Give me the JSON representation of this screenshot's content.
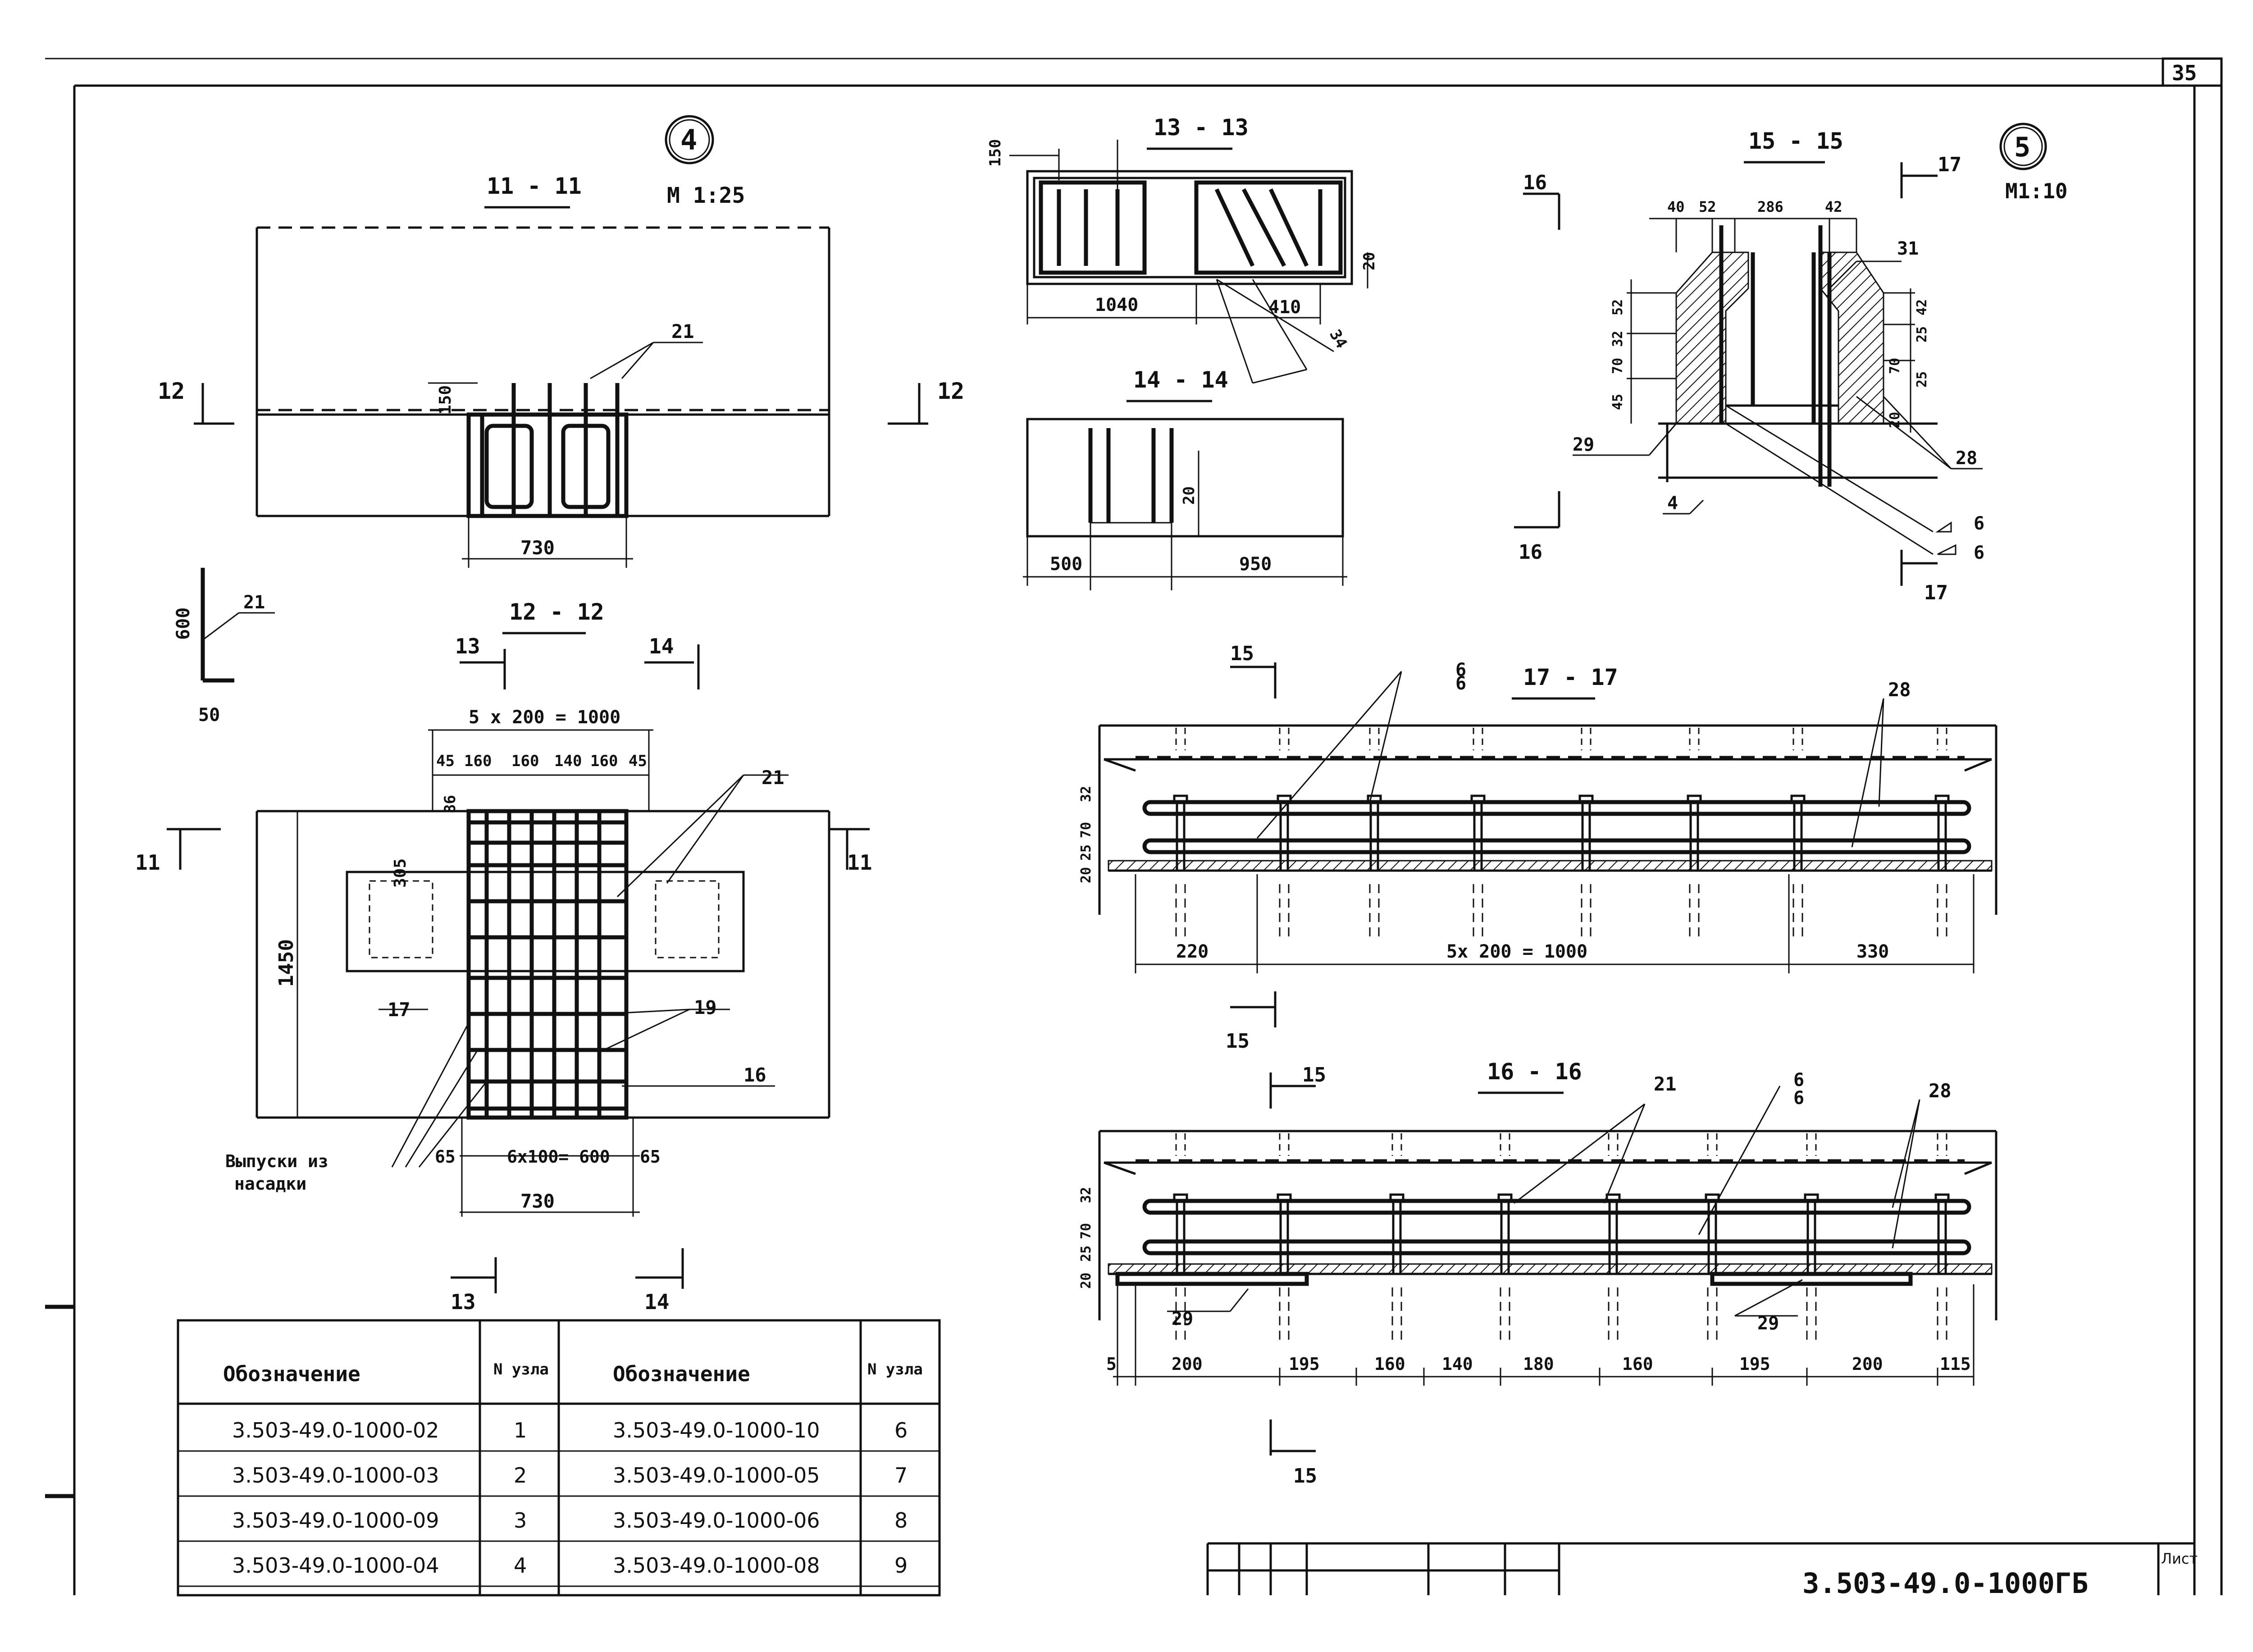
{
  "sheet": {
    "page_no": "35",
    "doc_code": "3.503-49.0-1000ГБ",
    "list_label": "Лист"
  },
  "node4": {
    "badge": "4",
    "scale": "М 1:25",
    "sec_11": "11 - 11",
    "sec_12": "12 - 12",
    "cut12": "12",
    "cut11": "11",
    "cut13": "13",
    "cut14": "14",
    "dim_730": "730",
    "dim_150": "150",
    "label_21": "21",
    "bar_600": "600",
    "bar_50": "50",
    "dim_pitch": "5 x 200 = 1000",
    "dims_top": [
      "45",
      "160",
      "160",
      "140",
      "160",
      "45"
    ],
    "dim_305": "305",
    "dim_86": "86",
    "dim_1450": "1450",
    "dim_65a": "65",
    "dim_6x100": "6x100= 600",
    "dim_65b": "65",
    "label_17": "17",
    "label_19": "19",
    "label_16": "16",
    "note_line1": "Выпуски из",
    "note_line2": "насадки"
  },
  "sec13": {
    "title": "13 - 13",
    "dim_150": "150",
    "dim_20": "20",
    "dim_1040": "1040",
    "dim_410": "410",
    "dim_34": "34"
  },
  "sec14": {
    "title": "14 - 14",
    "dim_20": "20",
    "dim_500": "500",
    "dim_950": "950"
  },
  "node5": {
    "badge": "5",
    "scale": "М1:10",
    "title": "15 - 15",
    "cut16": "16",
    "cut17": "17",
    "dims_top": [
      "40",
      "52",
      "286",
      "42"
    ],
    "dims_left": [
      "52",
      "32",
      "70",
      "45"
    ],
    "dims_right": [
      "42",
      "25",
      "70",
      "25",
      "20"
    ],
    "label_31": "31",
    "label_29": "29",
    "label_4": "4",
    "label_28": "28",
    "weld": "6"
  },
  "sec17": {
    "title": "17 - 17",
    "cut15": "15",
    "weld": "6",
    "label_28": "28",
    "dims_left": [
      "32",
      "70",
      "25",
      "20"
    ],
    "dim_220": "220",
    "dim_pitch": "5x 200 = 1000",
    "dim_330": "330"
  },
  "sec16": {
    "title": "16 - 16",
    "cut15": "15",
    "label_21": "21",
    "weld": "6",
    "label_28": "28",
    "label_29": "29",
    "dims_left": [
      "32",
      "70",
      "25",
      "20"
    ],
    "dims_bottom": [
      "5",
      "200",
      "195",
      "160",
      "140",
      "180",
      "160",
      "195",
      "200",
      "115"
    ]
  },
  "table": {
    "headers": [
      "Обозначение",
      "N узла",
      "Обозначение",
      "N узла"
    ],
    "rows": [
      [
        "3.503-49.0-1000-02",
        "1",
        "3.503-49.0-1000-10",
        "6"
      ],
      [
        "3.503-49.0-1000-03",
        "2",
        "3.503-49.0-1000-05",
        "7"
      ],
      [
        "3.503-49.0-1000-09",
        "3",
        "3.503-49.0-1000-06",
        "8"
      ],
      [
        "3.503-49.0-1000-04",
        "4",
        "3.503-49.0-1000-08",
        "9"
      ]
    ]
  }
}
